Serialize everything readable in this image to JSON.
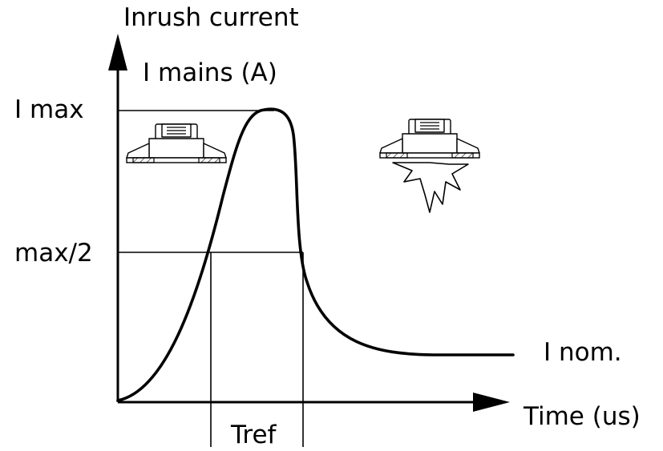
{
  "title_line1": "Inrush current",
  "title_line2": "I mains (A)",
  "y_labels": {
    "imax": "I max",
    "half": "max/2"
  },
  "curve_end_label": "I nom.",
  "x_axis_label": "Time (us)",
  "interval_label": "Tref",
  "icons": [
    "mounted-component-icon",
    "failing-component-spark-icon"
  ]
}
